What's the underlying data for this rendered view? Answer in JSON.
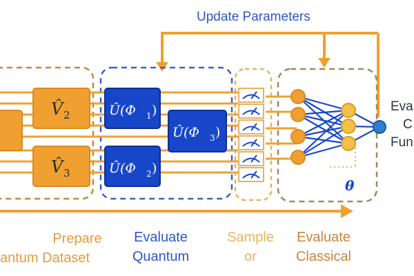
{
  "top": {
    "update_label": "Update Parameters"
  },
  "gates": {
    "prepare_top": "V̂",
    "prepare_top_sub": "2",
    "prepare_bottom": "V̂",
    "prepare_bottom_sub": "3",
    "u1": "Û(Φ",
    "u1_sub": "1",
    "u2": "Û(Φ",
    "u2_sub": "2",
    "u3": "Û(Φ",
    "u3_sub": "3",
    "close_paren": ")",
    "theta": "θ"
  },
  "captions": {
    "prepare_line1": "Prepare",
    "prepare_line2": "antum Dataset",
    "quantum_line1": "Evaluate",
    "quantum_line2": "Quantum",
    "sample_line1": "Sample",
    "sample_line2": "or",
    "classical_line1": "Evaluate",
    "classical_line2": "Classical"
  },
  "side": {
    "line1": "Eva",
    "line2": "C",
    "line3": "Fun"
  },
  "colors": {
    "orange": "#f0a030",
    "orange_dark": "#d98a1e",
    "blue": "#1746c8",
    "blue_dash": "#3a5fd0",
    "brown_dash": "#b98a55",
    "node_blue": "#2a7fd0"
  }
}
